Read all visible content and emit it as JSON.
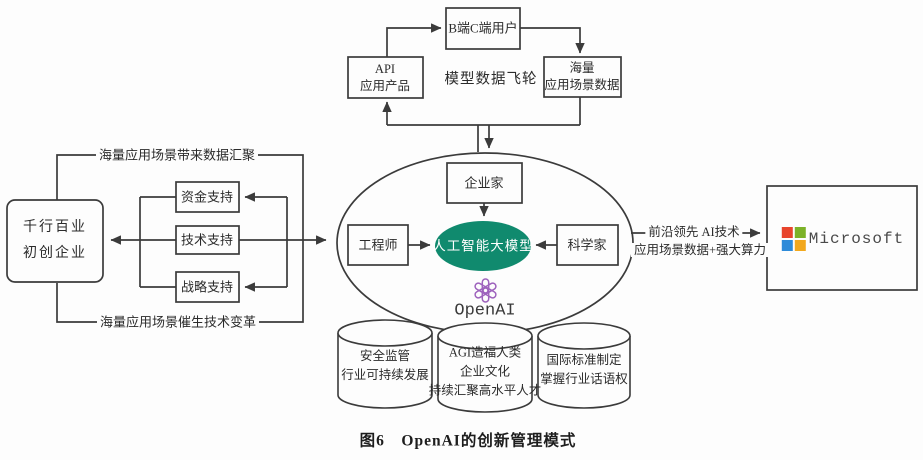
{
  "figure": {
    "caption": "图6　OpenAI的创新管理模式"
  },
  "colors": {
    "line": "#3b3b3b",
    "ai_model_fill": "#108a6e",
    "openai_logo_purple": "#9e63bd",
    "microsoft_red": "#e8442c",
    "microsoft_green": "#7cb228",
    "microsoft_blue": "#2e8bd9",
    "microsoft_yellow": "#f2a81d"
  },
  "flywheel": {
    "users_box": "B端C端用户",
    "api_box": [
      "API",
      "应用产品"
    ],
    "center_label": "模型数据飞轮",
    "data_box": [
      "海量",
      "应用场景数据"
    ]
  },
  "core": {
    "entrepreneur_box": "企业家",
    "engineer_box": "工程师",
    "scientist_box": "科学家",
    "ai_model_ellipse": "人工智能大模型",
    "openai_wordmark": "OpenAI"
  },
  "left": {
    "startups_box": [
      "千行百业",
      "初创企业"
    ],
    "supports": [
      "资金支持",
      "技术支持",
      "战略支持"
    ],
    "loop_top_label": "海量应用场景带来数据汇聚",
    "loop_bottom_label": "海量应用场景催生技术变革"
  },
  "right": {
    "to_microsoft_label": "前沿领先 AI技术",
    "from_microsoft_label": "应用场景数据+强大算力",
    "microsoft_wordmark": "Microsoft"
  },
  "foundations": {
    "cylinder_1": [
      "安全监管",
      "行业可持续发展"
    ],
    "cylinder_2": [
      "AGI造福人类",
      "企业文化",
      "持续汇聚高水平人才"
    ],
    "cylinder_3": [
      "国际标准制定",
      "掌握行业话语权"
    ]
  }
}
